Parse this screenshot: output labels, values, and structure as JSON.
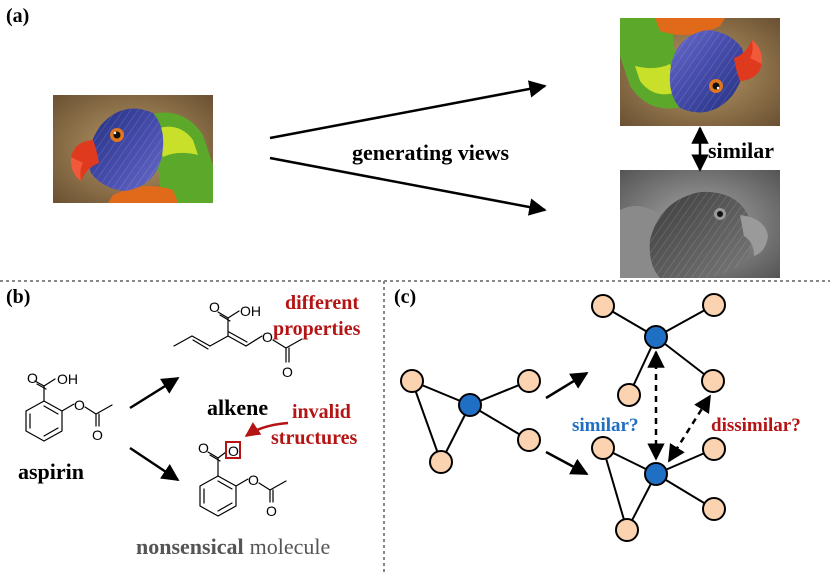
{
  "panels": {
    "a": {
      "label": "(a)",
      "arrow_label": "generating views",
      "relation_label": "similar",
      "colors": {
        "feather_green": "#5ba82a",
        "feather_blue": "#2b3d8f",
        "beak_red": "#e03a1e"
      }
    },
    "b": {
      "label": "(b)",
      "molecule_oh": "OH",
      "oxygen": "O",
      "aspirin_label": "aspirin",
      "alkene_label": "alkene",
      "different_properties_line1": "different",
      "different_properties_line2": "properties",
      "invalid_line1": "invalid",
      "invalid_line2": "structures",
      "nonsensical_part1": "nonsensical",
      "nonsensical_part2": "molecule",
      "colors": {
        "annotation": "#b41414",
        "nonsensical": "#555555"
      }
    },
    "c": {
      "label": "(c)",
      "similar_label": "similar?",
      "dissimilar_label": "dissimilar?",
      "colors": {
        "similar": "#1f6fc5",
        "dissimilar": "#b41414",
        "node": "#fcd3b0",
        "center_node": "#1f6fc5"
      }
    }
  }
}
